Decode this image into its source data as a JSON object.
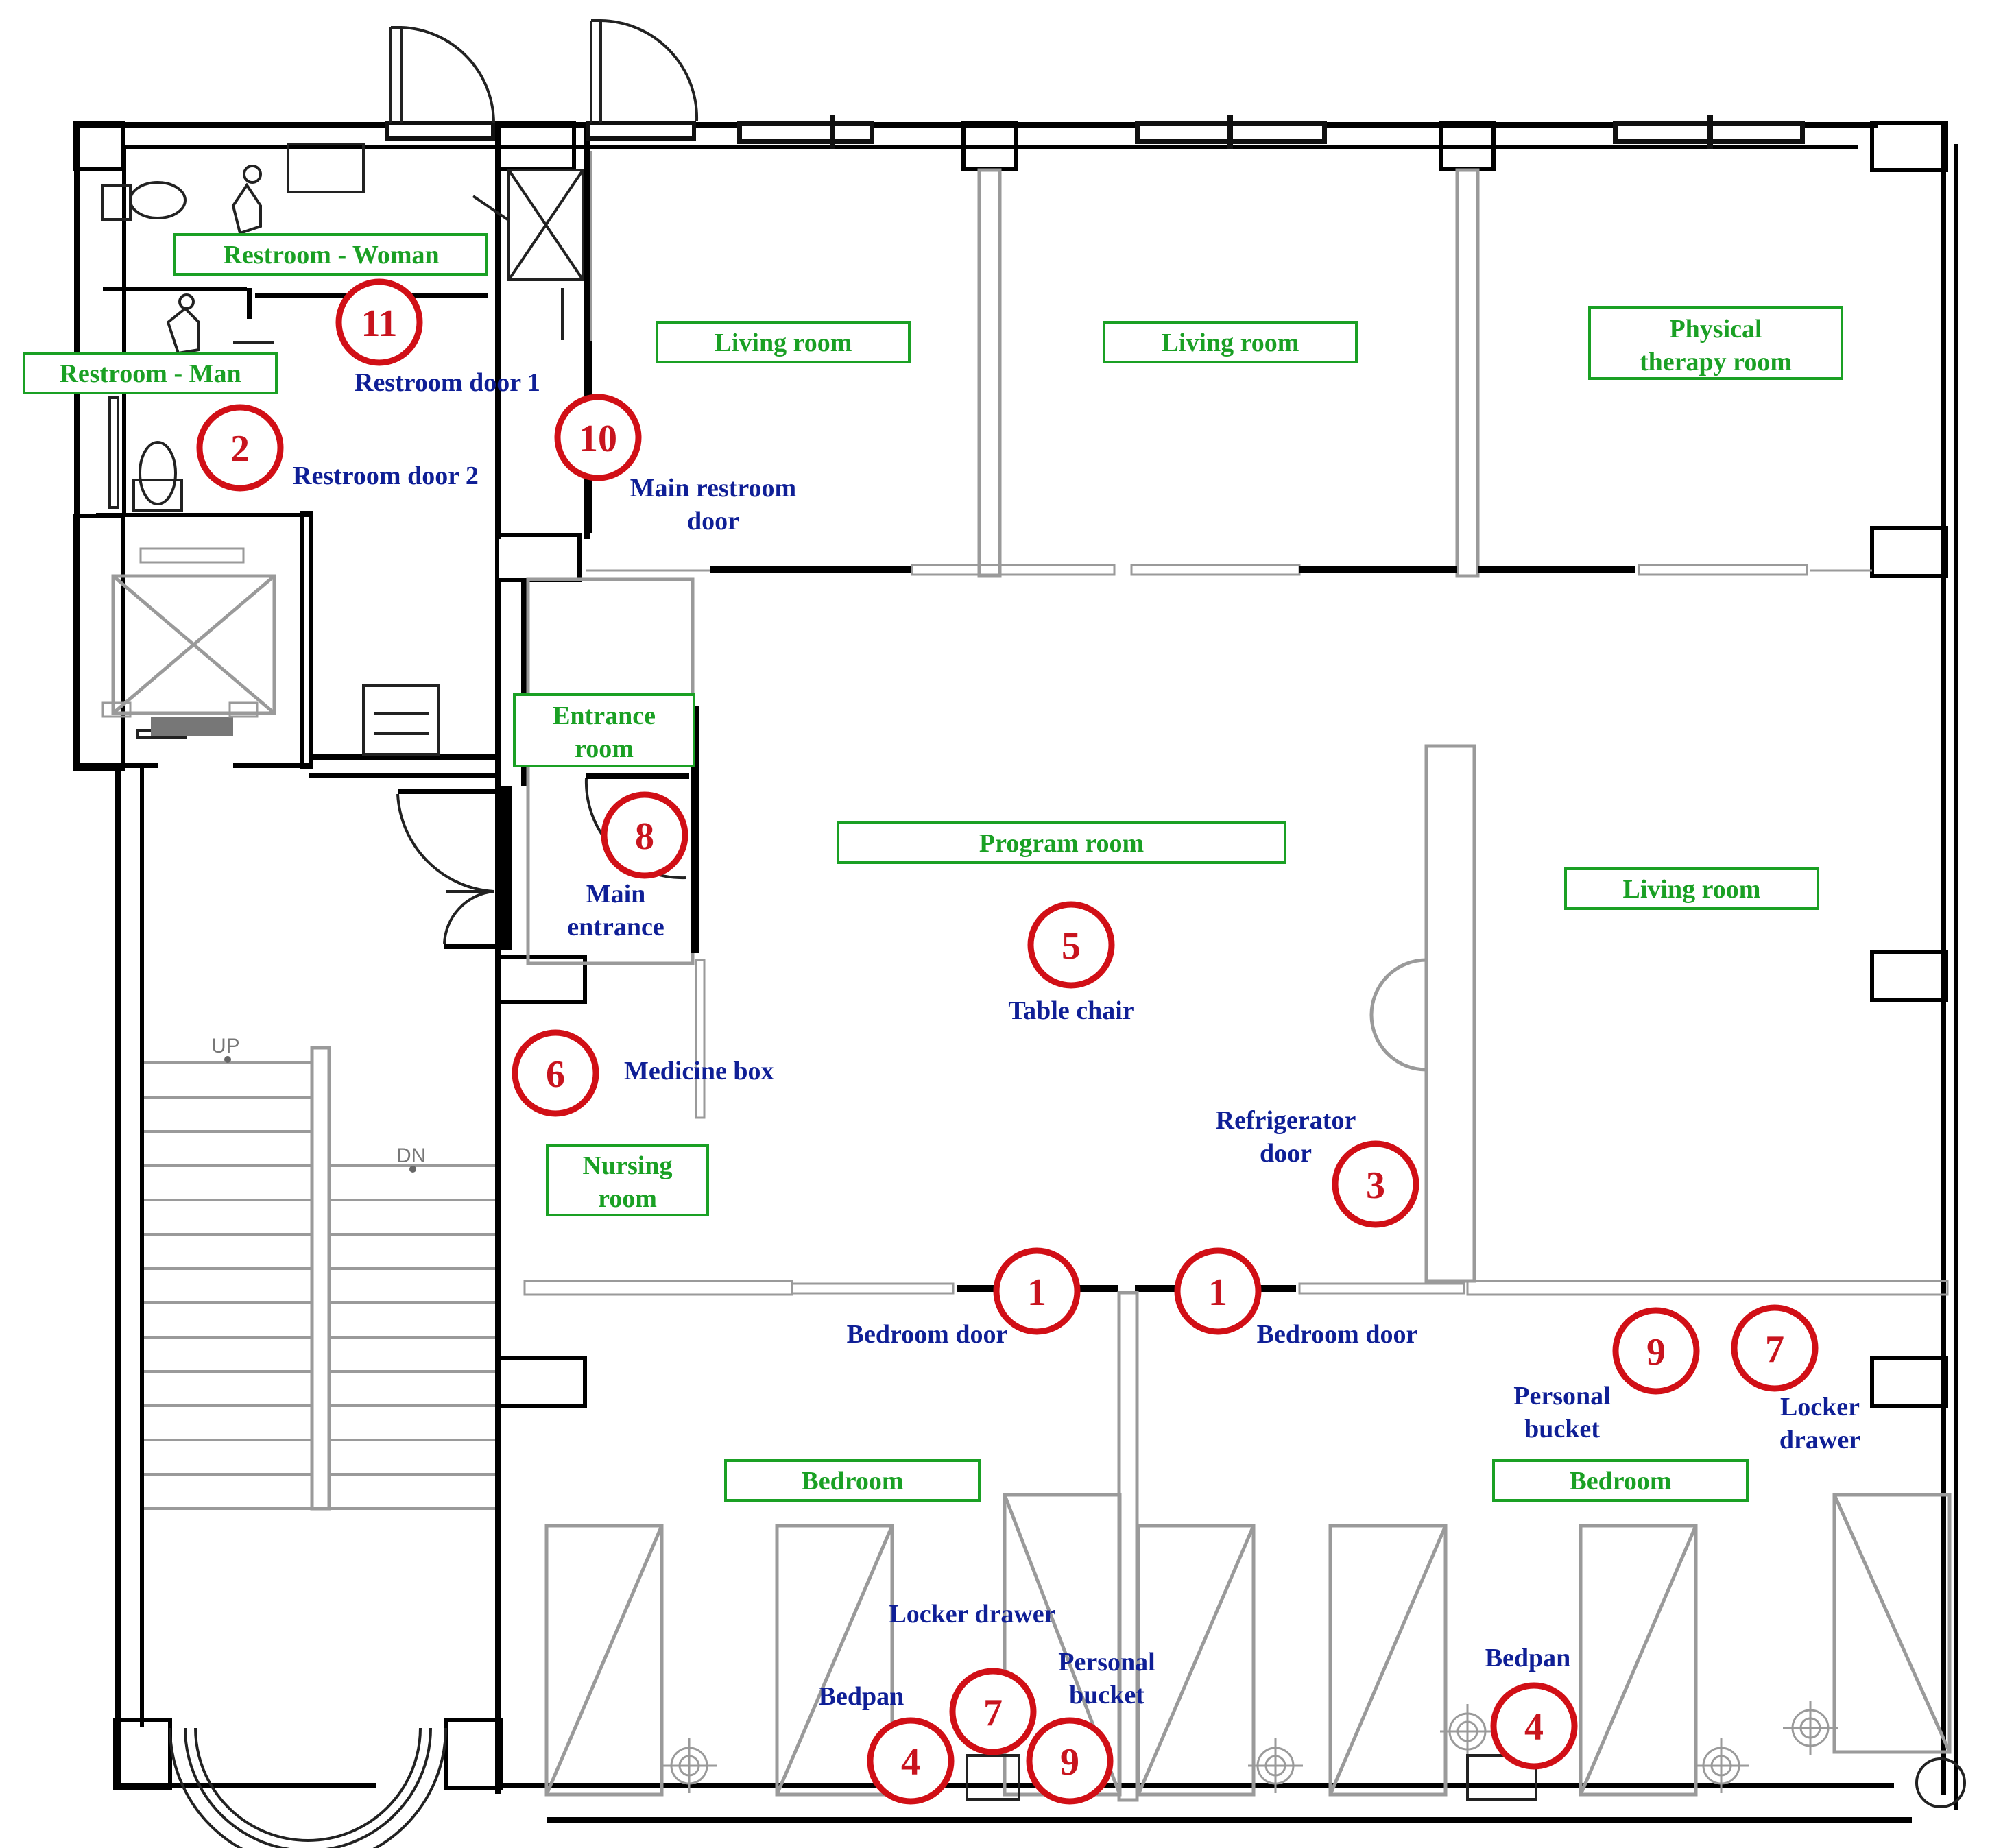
{
  "room_labels": {
    "restroom_woman": "Restroom - Woman",
    "restroom_man": "Restroom - Man",
    "living_room_1": "Living room",
    "living_room_2": "Living room",
    "physical_therapy_line1": "Physical",
    "physical_therapy_line2": "therapy room",
    "entrance_line1": "Entrance",
    "entrance_line2": "room",
    "program_room": "Program room",
    "living_room_3": "Living room",
    "nursing_line1": "Nursing",
    "nursing_line2": "room",
    "bedroom_1": "Bedroom",
    "bedroom_2": "Bedroom"
  },
  "annotations": {
    "restroom_door_1": "Restroom door 1",
    "restroom_door_2": "Restroom door 2",
    "main_restroom_door_line1": "Main restroom",
    "main_restroom_door_line2": "door",
    "main_entrance_line1": "Main",
    "main_entrance_line2": "entrance",
    "table_chair": "Table chair",
    "medicine_box": "Medicine box",
    "refrigerator_door_line1": "Refrigerator",
    "refrigerator_door_line2": "door",
    "bedroom_door_1": "Bedroom door",
    "bedroom_door_2": "Bedroom door",
    "personal_bucket_right_line1": "Personal",
    "personal_bucket_right_line2": "bucket",
    "locker_drawer_right_line1": "Locker",
    "locker_drawer_right_line2": "drawer",
    "locker_drawer_left": "Locker drawer",
    "bedpan_left": "Bedpan",
    "personal_bucket_left_line1": "Personal",
    "personal_bucket_left_line2": "bucket",
    "bedpan_right": "Bedpan"
  },
  "markers": {
    "m11": "11",
    "m2": "2",
    "m10": "10",
    "m8": "8",
    "m5": "5",
    "m6": "6",
    "m3": "3",
    "m1a": "1",
    "m1b": "1",
    "m9a": "9",
    "m7a": "7",
    "m7b": "7",
    "m4a": "4",
    "m9b": "9",
    "m4b": "4"
  },
  "stairs": {
    "up": "UP",
    "down": "DN"
  },
  "colors": {
    "room_label": "#1aa024",
    "annotation": "#0f1f96",
    "marker": "#d10f16",
    "wall": "#000000",
    "furniture": "#9a9a9a"
  }
}
